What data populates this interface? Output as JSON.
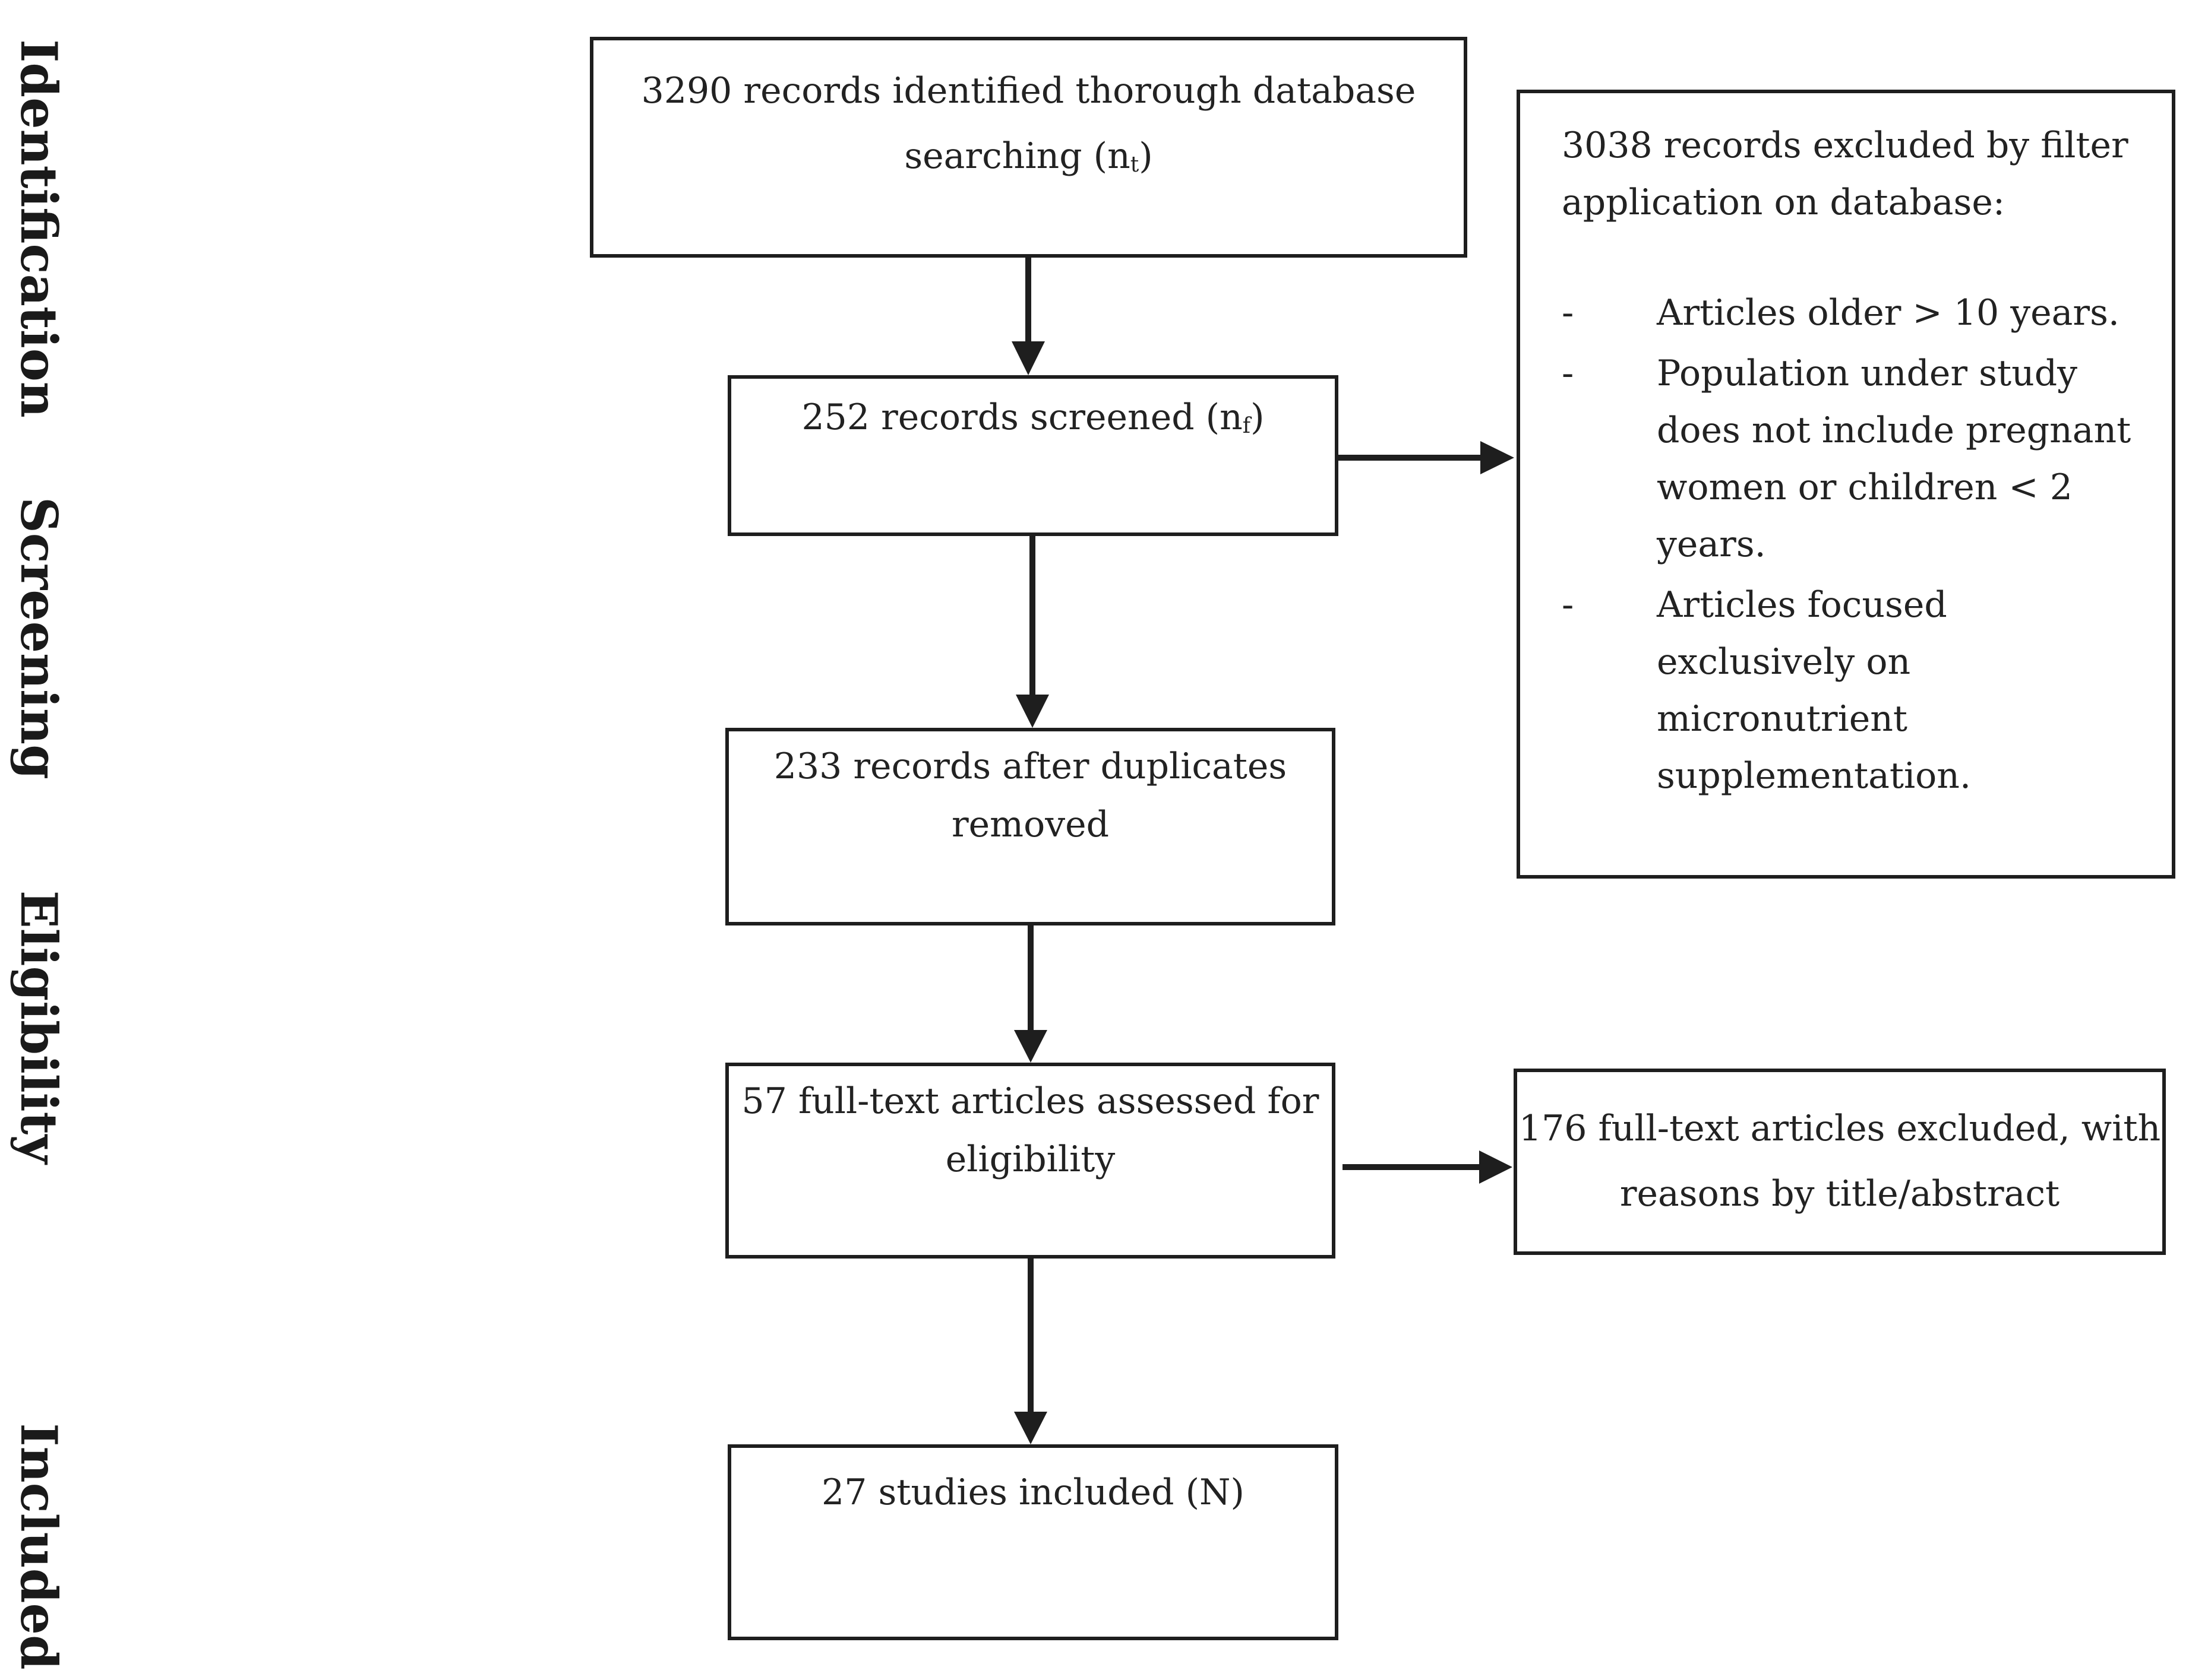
{
  "stages": {
    "identification": "Identification",
    "screening": "Screening",
    "eligibility": "Eligibility",
    "included": "Included"
  },
  "boxes": {
    "identified": {
      "text": "3290 records identified thorough database searching (n",
      "sub": "t",
      "close": ")"
    },
    "screened": {
      "text": "252 records screened (n",
      "sub": "f",
      "close": ")"
    },
    "dedup": {
      "text": "233 records after duplicates removed"
    },
    "fulltext": {
      "text": "57 full-text articles assessed for eligibility"
    },
    "included": {
      "text": "27 studies included (N)"
    },
    "filter_excluded": {
      "intro": "3038 records excluded by filter application on database:",
      "criteria": [
        {
          "dash": "-",
          "text": "Articles older > 10 years."
        },
        {
          "dash": "-",
          "text": "Population under study does not include pregnant women or children < 2 years."
        },
        {
          "dash": "-",
          "text": "Articles focused exclusively on micronutrient supplementation."
        }
      ]
    },
    "fulltext_excluded": {
      "text": "176 full-text articles excluded, with reasons by title/abstract"
    }
  }
}
